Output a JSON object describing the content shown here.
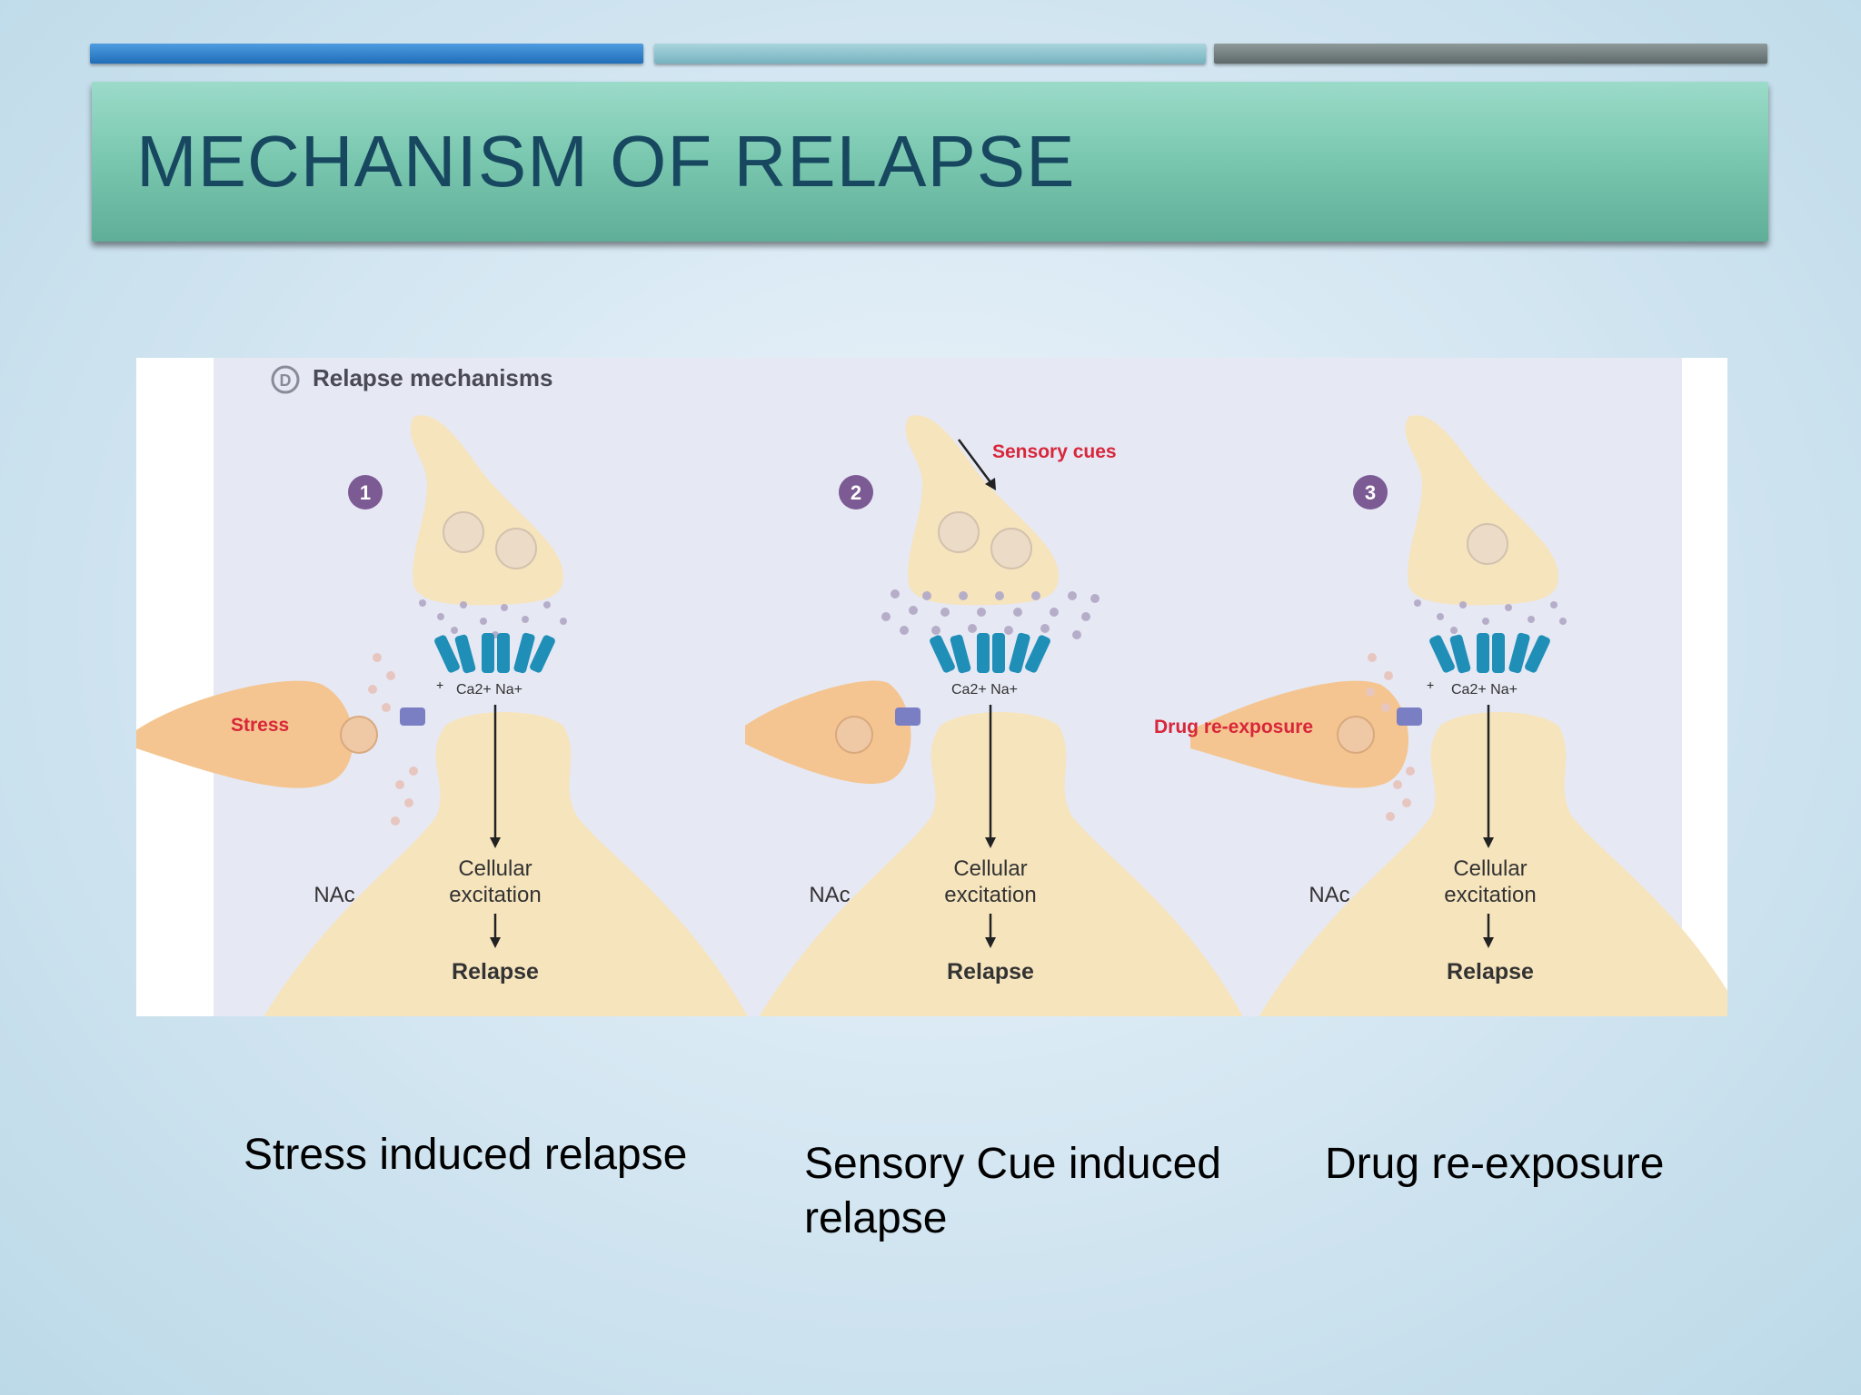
{
  "slide": {
    "title": "MECHANISM OF RELAPSE"
  },
  "figure": {
    "panel_letter": "D",
    "panel_title": "Relapse mechanisms",
    "panels": [
      {
        "number": "1",
        "trigger_label": "Stress",
        "ion_label": "Ca2+  Na+",
        "region_label": "NAc",
        "effect_line1": "Cellular",
        "effect_line2": "excitation",
        "outcome": "Relapse",
        "plus_sign": "+"
      },
      {
        "number": "2",
        "trigger_label": "Sensory cues",
        "ion_label": "Ca2+  Na+",
        "region_label": "NAc",
        "effect_line1": "Cellular",
        "effect_line2": "excitation",
        "outcome": "Relapse"
      },
      {
        "number": "3",
        "trigger_label": "Drug re-exposure",
        "ion_label": "Ca2+  Na+",
        "region_label": "NAc",
        "effect_line1": "Cellular",
        "effect_line2": "excitation",
        "outcome": "Relapse",
        "plus_sign": "+"
      }
    ]
  },
  "captions": [
    "Stress induced relapse",
    "Sensory Cue induced relapse",
    "Drug re-exposure"
  ],
  "colors": {
    "title_text": "#174860",
    "trigger_text": "#d8263a",
    "number_badge": "#7c5a94",
    "cell_fill": "#f6e4bd",
    "secondary_neuron_fill": "#f4c590",
    "receptor": "#1f8fb8",
    "vesicle": "#b6aec9"
  }
}
